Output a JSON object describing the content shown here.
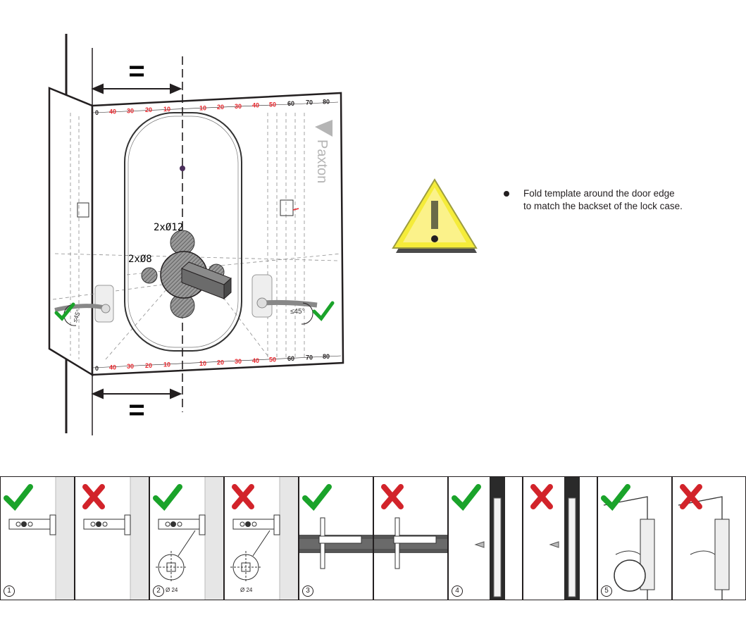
{
  "template": {
    "brand": "Paxton",
    "equal_mark": "=",
    "hole_large": "2xØ12",
    "hole_small": "2xØ8",
    "angle_left": "≤45°",
    "angle_right": "≤45°",
    "scale_numbers": [
      "0",
      "40",
      "30",
      "20",
      "10",
      "10",
      "20",
      "30",
      "40",
      "50",
      "60",
      "70",
      "80"
    ]
  },
  "note": {
    "line1": "Fold template around the door edge",
    "line2": "to match the backset of the lock case."
  },
  "steps": [
    {
      "number": "1",
      "status": "correct"
    },
    {
      "number": "",
      "status": "incorrect"
    },
    {
      "number": "2",
      "status": "correct",
      "dim": "Ø 24"
    },
    {
      "number": "",
      "status": "incorrect",
      "dim": "Ø 24"
    },
    {
      "number": "3",
      "status": "correct"
    },
    {
      "number": "",
      "status": "incorrect"
    },
    {
      "number": "4",
      "status": "correct"
    },
    {
      "number": "",
      "status": "incorrect"
    },
    {
      "number": "5",
      "status": "correct"
    },
    {
      "number": "",
      "status": "incorrect"
    }
  ],
  "colors": {
    "check": "#1aa32a",
    "cross": "#d2232a",
    "warning": "#f5ec3a",
    "scale_red": "#e8252b"
  }
}
